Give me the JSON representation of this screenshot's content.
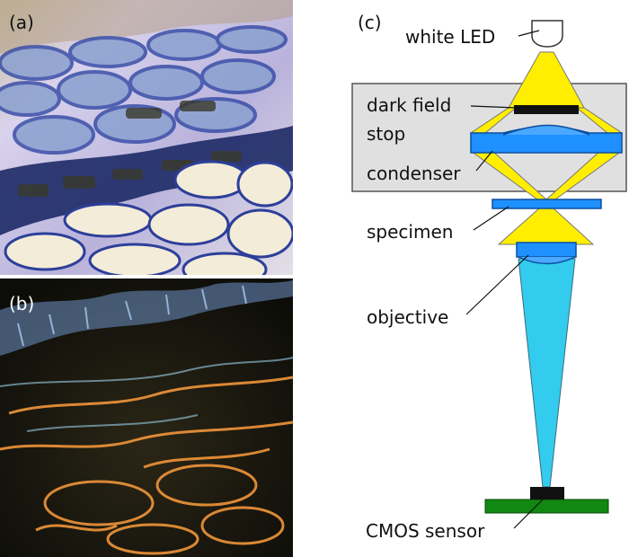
{
  "panels": {
    "a": {
      "label": "(a)"
    },
    "b": {
      "label": "(b)"
    },
    "c": {
      "label": "(c)"
    }
  },
  "optics": {
    "led_label": "white LED",
    "stop_label_line1": "dark field",
    "stop_label_line2": "stop",
    "condenser_label": "condenser",
    "specimen_label": "specimen",
    "objective_label": "objective",
    "sensor_label": "CMOS sensor"
  },
  "colors": {
    "light_cone": "#ffee00",
    "lens_blue": "#1e90ff",
    "lens_stroke": "#0b4f9e",
    "beam_cyan": "#33ccee",
    "sensor_board": "#118811",
    "sensor_chip": "#111111",
    "housing_gray": "#e0e0e0",
    "brightfield_bg": "#d9d6ea",
    "brightfield_cell": "#7a8fc2",
    "brightfield_wall": "#2a3f9a",
    "darkfield_bg": "#15140c",
    "darkfield_fiber": "#f0953a",
    "darkfield_blue": "#8fb8e8"
  }
}
